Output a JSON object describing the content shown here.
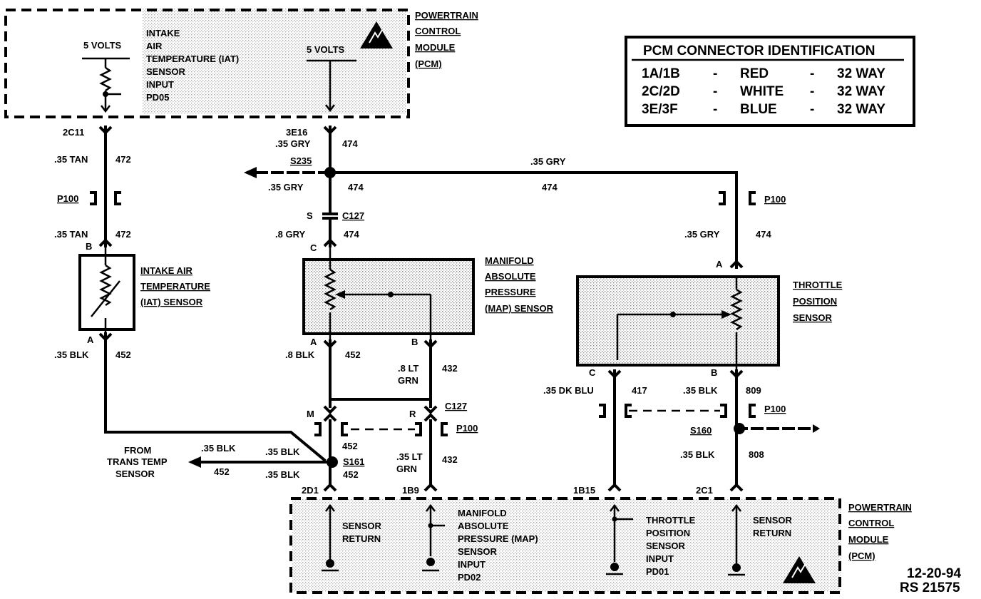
{
  "pcm_top": {
    "title_lines": [
      "POWERTRAIN",
      "CONTROL",
      "MODULE",
      "(PCM)"
    ],
    "left_voltage": "5 VOLTS",
    "right_voltage": "5 VOLTS",
    "iat_input_lines": [
      "INTAKE",
      "AIR",
      "TEMPERATURE (IAT)",
      "SENSOR",
      "INPUT",
      "PD05"
    ]
  },
  "pcm_connector_table": {
    "title": "PCM CONNECTOR IDENTIFICATION",
    "rows": [
      {
        "pins": "1A/1B",
        "dash1": "-",
        "color": "RED",
        "dash2": "-",
        "way": "32 WAY"
      },
      {
        "pins": "2C/2D",
        "dash1": "-",
        "color": "WHITE",
        "dash2": "-",
        "way": "32 WAY"
      },
      {
        "pins": "3E/3F",
        "dash1": "-",
        "color": "BLUE",
        "dash2": "-",
        "way": "32 WAY"
      }
    ]
  },
  "labels": {
    "pin_2c11": "2C11",
    "wire_35tan_1": ".35 TAN",
    "circuit_472_1": "472",
    "p100_a": "P100",
    "wire_35tan_2": ".35 TAN",
    "circuit_472_2": "472",
    "pin_b_iat": "B",
    "pin_a_iat": "A",
    "wire_35blk_iat": ".35 BLK",
    "circuit_452_iat": "452",
    "iat_sensor_lines": [
      "INTAKE AIR",
      "TEMPERATURE",
      "(IAT) SENSOR"
    ],
    "pin_3e16": "3E16",
    "wire_35gry_top": ".35 GRY",
    "circuit_474_top": "474",
    "splice_s235": "S235",
    "wire_35gry_left": ".35 GRY",
    "circuit_474_left": "474",
    "wire_35gry_run": ".35 GRY",
    "circuit_474_run": "474",
    "pin_s": "S",
    "conn_c127_a": "C127",
    "wire_8gry": ".8 GRY",
    "circuit_474_map": "474",
    "pin_c_map": "C",
    "map_sensor_lines": [
      "MANIFOLD",
      "ABSOLUTE",
      "PRESSURE",
      "(MAP) SENSOR"
    ],
    "pin_a_map": "A",
    "pin_b_map": "B",
    "wire_8blk": ".8 BLK",
    "circuit_452_map": "452",
    "wire_8ltgrn_a": ".8  LT",
    "wire_8ltgrn_b": "GRN",
    "circuit_432_a": "432",
    "pin_m": "M",
    "pin_r": "R",
    "conn_c127_b": "C127",
    "p100_b": "P100",
    "circuit_452_c": "452",
    "from_trans_lines": [
      "FROM",
      "TRANS TEMP",
      "SENSOR"
    ],
    "wire_35blk_from": ".35 BLK",
    "circuit_452_from": "452",
    "wire_35blk_s161a": ".35 BLK",
    "wire_35blk_s161b": ".35 BLK",
    "splice_s161": "S161",
    "circuit_452_s161": "452",
    "wire_35ltgrn_a": ".35 LT",
    "wire_35ltgrn_b": "GRN",
    "circuit_432_b": "432",
    "p100_c": "P100",
    "wire_35gry_tps": ".35 GRY",
    "circuit_474_tps": "474",
    "pin_a_tps": "A",
    "tps_lines": [
      "THROTTLE",
      "POSITION",
      "SENSOR"
    ],
    "pin_c_tps": "C",
    "pin_b_tps": "B",
    "wire_35dkblu": ".35 DK BLU",
    "circuit_417": "417",
    "wire_35blk_tps": ".35 BLK",
    "circuit_809": "809",
    "p100_d": "P100",
    "splice_s160": "S160",
    "wire_35blk_bot": ".35 BLK",
    "circuit_808": "808",
    "pin_2d1": "2D1",
    "pin_1b9": "1B9",
    "pin_1b15": "1B15",
    "pin_2c1": "2C1"
  },
  "pcm_bottom": {
    "title_lines": [
      "POWERTRAIN",
      "CONTROL",
      "MODULE",
      "(PCM)"
    ],
    "sensor_return_1": [
      "SENSOR",
      "RETURN"
    ],
    "map_input_lines": [
      "MANIFOLD",
      "ABSOLUTE",
      "PRESSURE (MAP)",
      "SENSOR",
      "INPUT",
      "PD02"
    ],
    "tps_input_lines": [
      "THROTTLE",
      "POSITION",
      "SENSOR",
      "INPUT",
      "PD01"
    ],
    "sensor_return_2": [
      "SENSOR",
      "RETURN"
    ]
  },
  "footer": {
    "date": "12-20-94",
    "ref": "RS 21575"
  }
}
